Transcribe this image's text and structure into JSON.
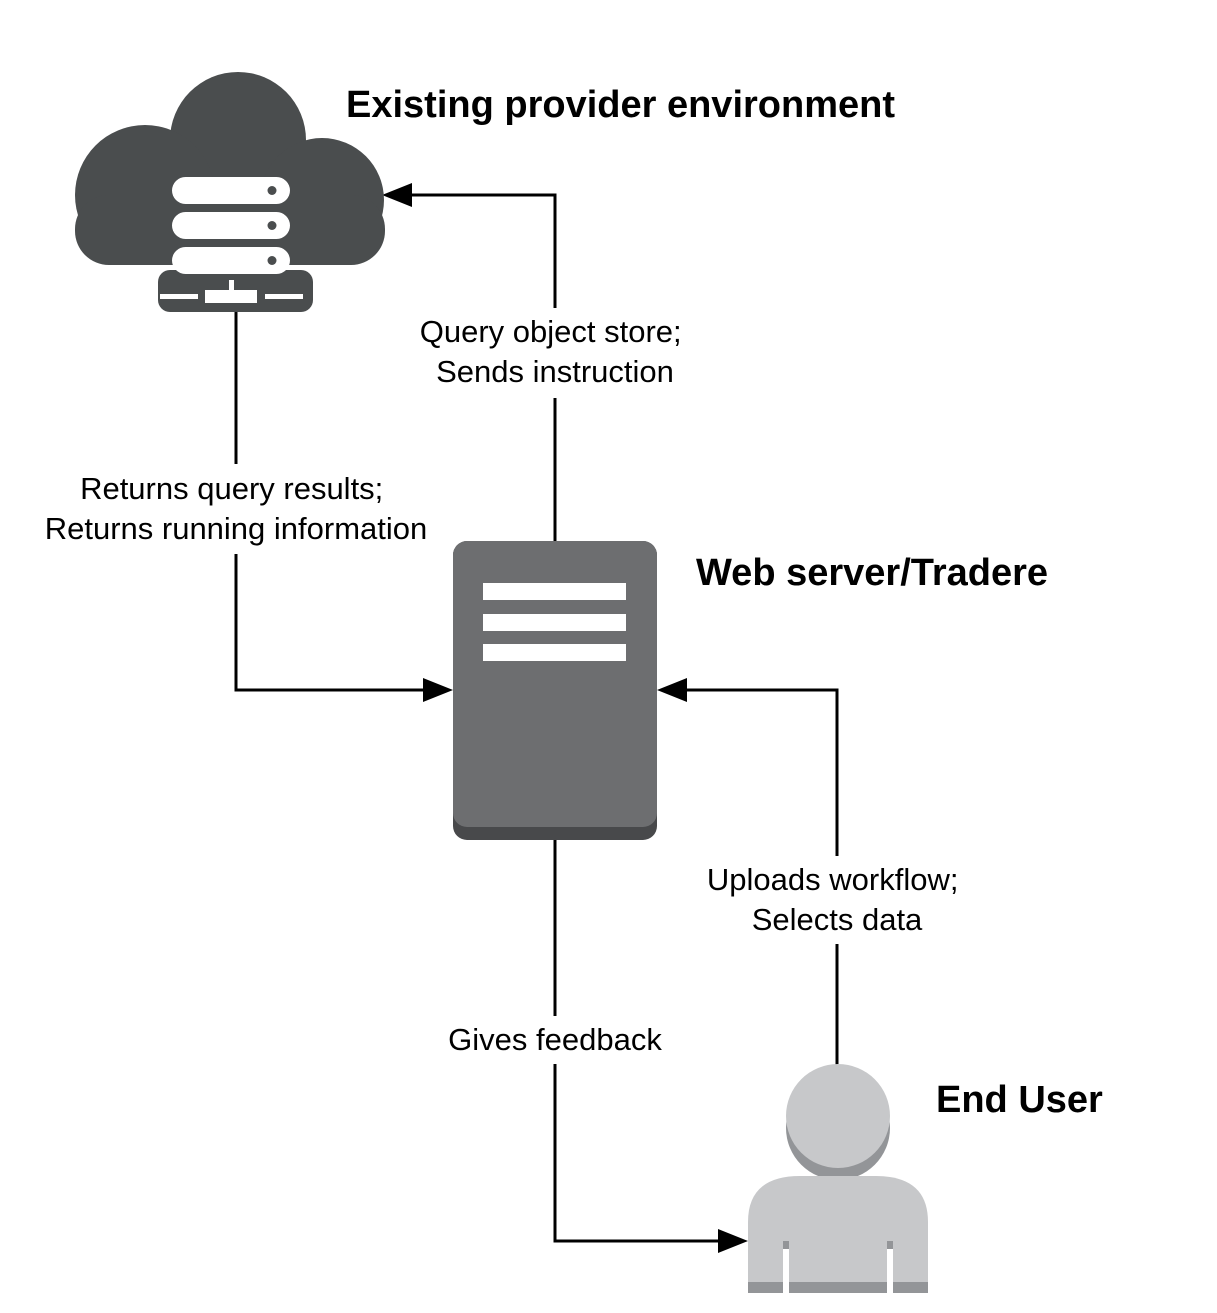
{
  "nodes": {
    "provider": {
      "title": "Existing provider environment",
      "icon": "cloud-server-icon",
      "color": "#4a4d4e"
    },
    "server": {
      "title": "Web server/Tradere",
      "icon": "server-tower-icon",
      "color": "#6d6e70",
      "base_color": "#48494b"
    },
    "user": {
      "title": "End User",
      "icon": "user-person-icon",
      "color": "#c7c8ca",
      "shade_color": "#939598"
    }
  },
  "edges": {
    "server_to_provider": {
      "line1": "Query object store;",
      "line2": "Sends instruction"
    },
    "provider_to_server": {
      "line1": "Returns query results;",
      "line2": "Returns running information"
    },
    "user_to_server": {
      "line1": "Uploads workflow;",
      "line2": "Selects data"
    },
    "server_to_user": {
      "line1": "Gives feedback"
    }
  }
}
